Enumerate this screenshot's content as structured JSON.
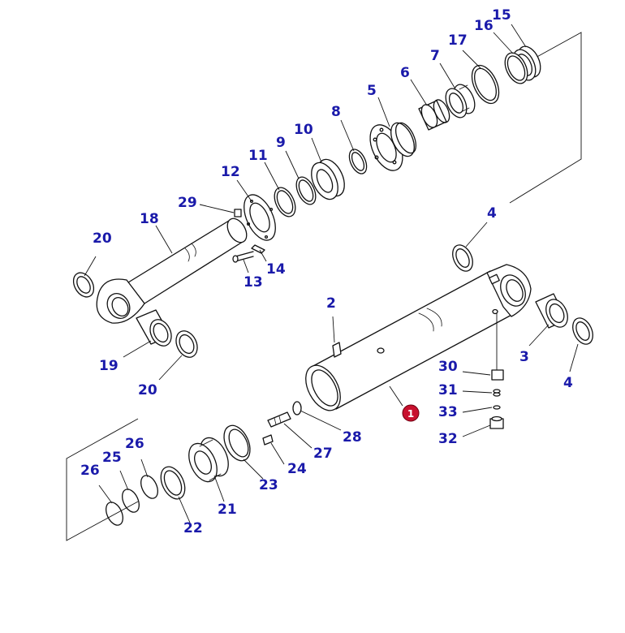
{
  "callouts": [
    {
      "id": "c15",
      "label": "15"
    },
    {
      "id": "c16",
      "label": "16"
    },
    {
      "id": "c17",
      "label": "17"
    },
    {
      "id": "c7",
      "label": "7"
    },
    {
      "id": "c6",
      "label": "6"
    },
    {
      "id": "c5",
      "label": "5"
    },
    {
      "id": "c8",
      "label": "8"
    },
    {
      "id": "c10",
      "label": "10"
    },
    {
      "id": "c9",
      "label": "9"
    },
    {
      "id": "c11",
      "label": "11"
    },
    {
      "id": "c12",
      "label": "12"
    },
    {
      "id": "c29",
      "label": "29"
    },
    {
      "id": "c18",
      "label": "18"
    },
    {
      "id": "c20a",
      "label": "20"
    },
    {
      "id": "c14",
      "label": "14"
    },
    {
      "id": "c13",
      "label": "13"
    },
    {
      "id": "c4a",
      "label": "4"
    },
    {
      "id": "c2",
      "label": "2"
    },
    {
      "id": "c3",
      "label": "3"
    },
    {
      "id": "c4b",
      "label": "4"
    },
    {
      "id": "c19",
      "label": "19"
    },
    {
      "id": "c20b",
      "label": "20"
    },
    {
      "id": "c30",
      "label": "30"
    },
    {
      "id": "c31",
      "label": "31"
    },
    {
      "id": "c33",
      "label": "33"
    },
    {
      "id": "c32",
      "label": "32"
    },
    {
      "id": "c28",
      "label": "28"
    },
    {
      "id": "c27",
      "label": "27"
    },
    {
      "id": "c24",
      "label": "24"
    },
    {
      "id": "c23",
      "label": "23"
    },
    {
      "id": "c21",
      "label": "21"
    },
    {
      "id": "c22",
      "label": "22"
    },
    {
      "id": "c26a",
      "label": "26"
    },
    {
      "id": "c25",
      "label": "25"
    },
    {
      "id": "c26b",
      "label": "26"
    }
  ],
  "main_part_badge": "1",
  "colors": {
    "callout_text": "#1a1aaa",
    "badge_fill": "#c8102e",
    "line": "#111111"
  }
}
